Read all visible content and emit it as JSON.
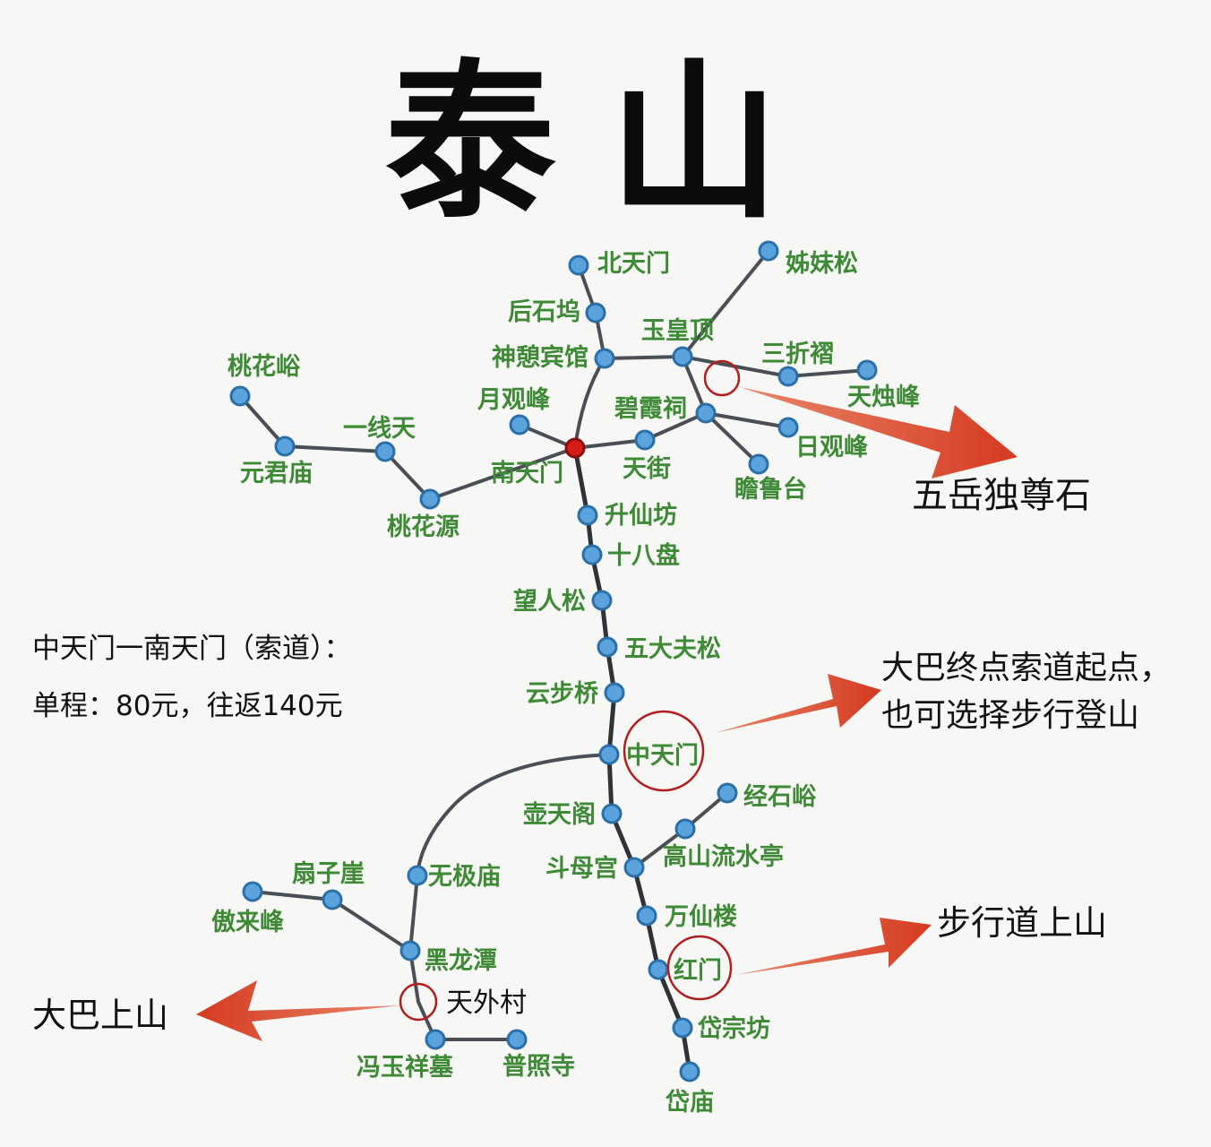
{
  "title": "泰山",
  "stations": {
    "beitianmen": "北天门",
    "zimeisong": "姊妹松",
    "houshiwu": "后石坞",
    "yuhuangding": "玉皇顶",
    "shenqibinguan": "神憩宾馆",
    "sanzhezhe": "三折褶",
    "taohuayu": "桃花峪",
    "tianzhufeng": "天烛峰",
    "yueguanfeng": "月观峰",
    "bixiaci": "碧霞祠",
    "yixiantian": "一线天",
    "riguanfeng": "日观峰",
    "yuanjunmiao": "元君庙",
    "nantianmen": "南天门",
    "tianjie": "天街",
    "zhanlutai": "瞻鲁台",
    "taohuayuan": "桃花源",
    "shengxianfang": "升仙坊",
    "shibapan": "十八盘",
    "wangrensong": "望人松",
    "wudafusong": "五大夫松",
    "yunbuqiao": "云步桥",
    "zhongtianmen": "中天门",
    "jingshiyu": "经石峪",
    "hutiange": "壶天阁",
    "gaoshanliushuiting": "高山流水亭",
    "shanziya": "扇子崖",
    "doumugong": "斗母宫",
    "wujimiao": "无极庙",
    "aolaifeng": "傲来峰",
    "wanxianlou": "万仙楼",
    "heilongtan": "黑龙潭",
    "hongmen": "红门",
    "tianwaicun": "天外村",
    "daizongfang": "岱宗坊",
    "fengyuxiangmu": "冯玉祥墓",
    "puzhaosi": "普照寺",
    "daimiao": "岱庙"
  },
  "annotations": {
    "wuyue": "五岳独尊石",
    "bus_end_line1": "大巴终点索道起点，",
    "bus_end_line2": "也可选择步行登山",
    "cable_line1": "中天门一南天门（索道）：",
    "cable_line2": "单程：80元，往返140元",
    "walk_up": "步行道上山",
    "bus_up": "大巴上山"
  },
  "colors": {
    "station_label": "#3e8a36",
    "station_node": "#5aa3dc",
    "hub_node": "#d71d18",
    "route_line": "#4a4f55",
    "arrow": "#d9452a",
    "highlight": "#3a5fcf",
    "note_text": "#111111"
  }
}
